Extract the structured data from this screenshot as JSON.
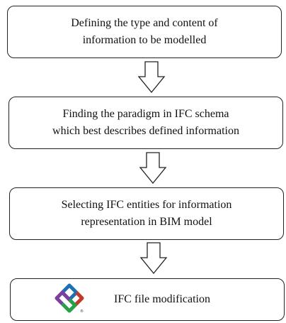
{
  "steps": [
    {
      "line1": "Defining the type and content of",
      "line2": "information to be modelled"
    },
    {
      "line1": "Finding the paradigm in IFC schema",
      "line2": "which best describes defined information"
    },
    {
      "line1": "Selecting IFC entities for information",
      "line2": "representation in BIM model"
    },
    {
      "line1": "IFC file modification"
    }
  ],
  "logo": {
    "icon": "ifc-logo-icon",
    "colors": [
      "#1f6fb4",
      "#c0392b",
      "#27a04a",
      "#7b3fa0"
    ]
  }
}
